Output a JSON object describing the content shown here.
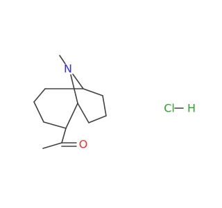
{
  "molecule": {
    "atoms": {
      "nitrogen": {
        "symbol": "N",
        "color": "#2a2aff"
      },
      "oxygen": {
        "symbol": "O",
        "color": "#ff2a2a"
      },
      "chlorine": {
        "symbol": "Cl",
        "color": "#2aa52a"
      },
      "hydrogen": {
        "symbol": "H",
        "color": "#2aa52a"
      }
    },
    "bond_color": "#404040"
  }
}
